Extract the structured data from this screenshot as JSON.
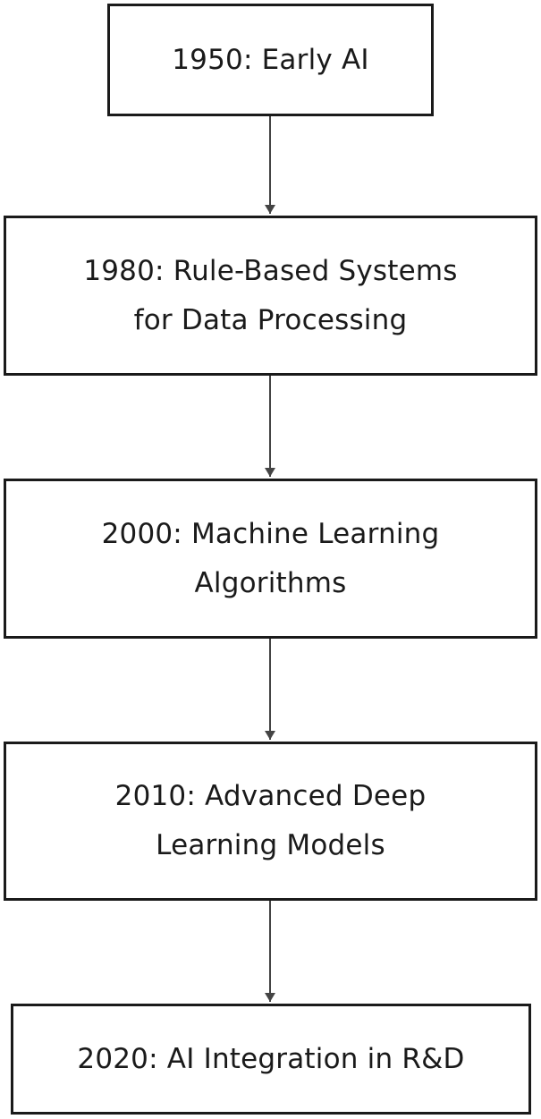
{
  "diagram": {
    "type": "flowchart",
    "direction": "top-to-bottom",
    "nodes": [
      {
        "id": "1950",
        "lines": [
          "1950: Early AI"
        ]
      },
      {
        "id": "1980",
        "lines": [
          "1980: Rule-Based Systems",
          "for Data Processing"
        ]
      },
      {
        "id": "2000",
        "lines": [
          "2000: Machine Learning",
          "Algorithms"
        ]
      },
      {
        "id": "2010",
        "lines": [
          "2010: Advanced Deep",
          "Learning Models"
        ]
      },
      {
        "id": "2020",
        "lines": [
          "2020: AI Integration in R&D"
        ]
      }
    ],
    "edges": [
      {
        "from": "1950",
        "to": "1980"
      },
      {
        "from": "1980",
        "to": "2000"
      },
      {
        "from": "2000",
        "to": "2010"
      },
      {
        "from": "2010",
        "to": "2020"
      }
    ],
    "colors": {
      "stroke": "#1a1a1a",
      "fill": "#ffffff",
      "text": "#1a1a1a"
    }
  }
}
